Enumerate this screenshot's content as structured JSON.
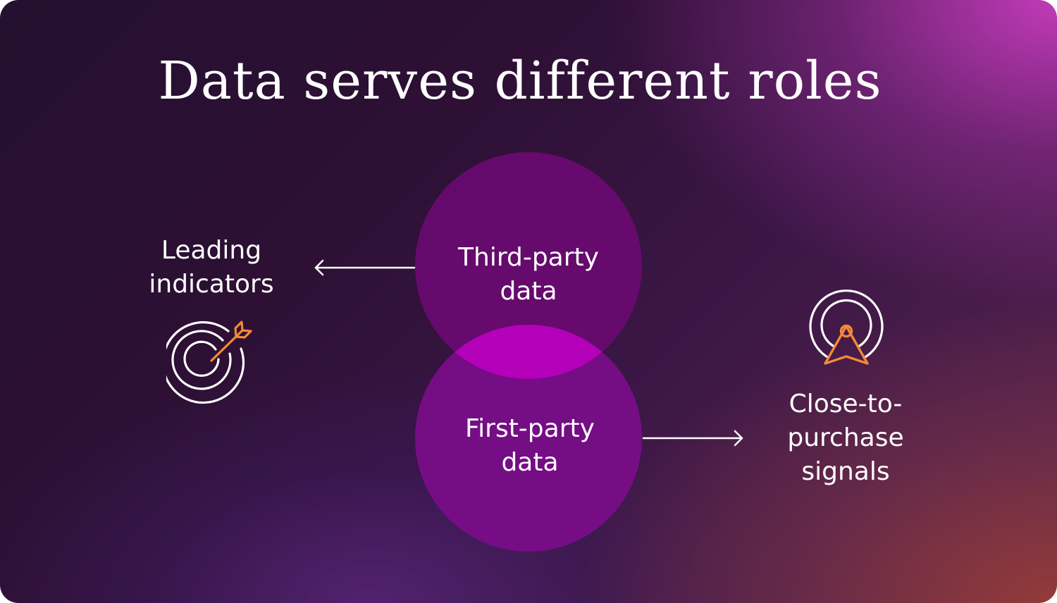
{
  "title": "Data serves different roles",
  "circles": {
    "top": {
      "line1": "Third-party",
      "line2": "data"
    },
    "bottom": {
      "line1": "First-party",
      "line2": "data"
    }
  },
  "left_label": {
    "line1": "Leading",
    "line2": "indicators"
  },
  "right_label": {
    "line1": "Close-to-",
    "line2": "purchase",
    "line3": "signals"
  },
  "icons": {
    "left": "target-arrow-icon",
    "right": "signal-location-icon"
  },
  "colors": {
    "circle_top": "#6a0a72",
    "circle_bottom": "#7a0c8a",
    "overlap": "#b200b8",
    "icon_accent": "#f2893a",
    "text": "#ffffff"
  }
}
